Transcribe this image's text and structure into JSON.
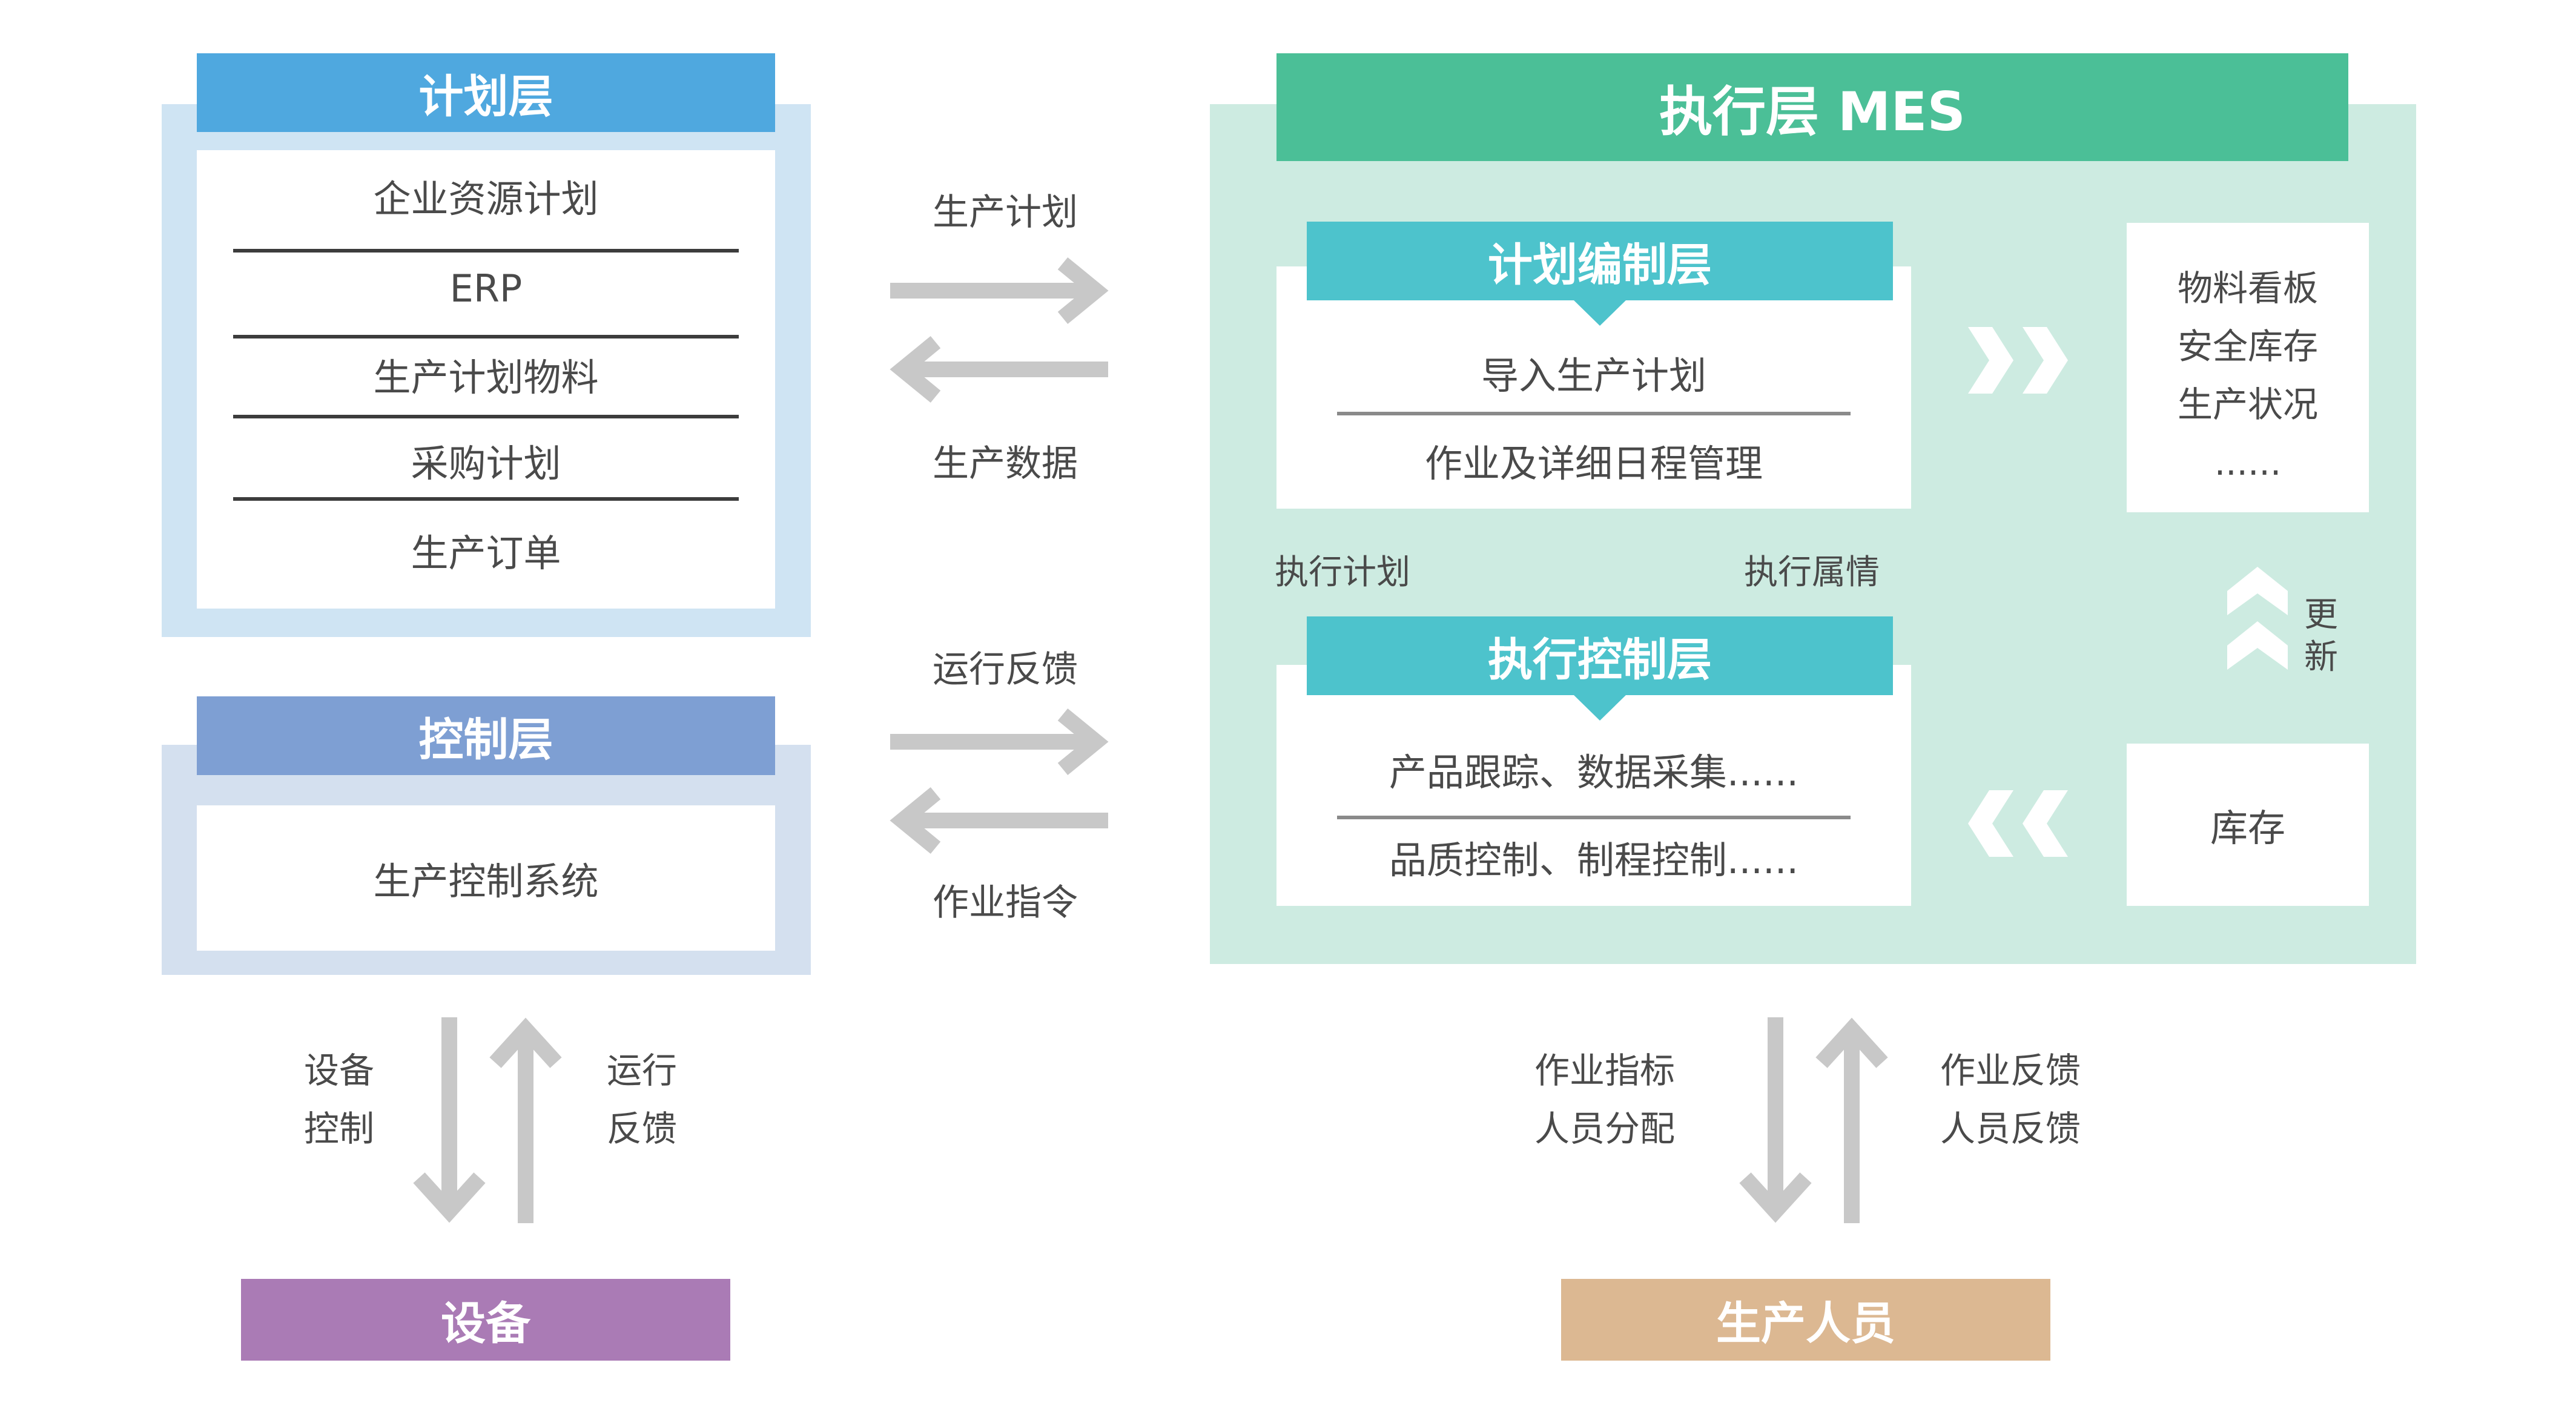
{
  "plan_layer": {
    "title": "计划层",
    "items": [
      "企业资源计划",
      "ERP",
      "生产计划物料",
      "采购计划",
      "生产订单"
    ]
  },
  "control_layer": {
    "title": "控制层",
    "items": [
      "生产控制系统"
    ]
  },
  "mes_layer": {
    "title": "执行层 MES",
    "planning": {
      "title": "计划编制层",
      "items": [
        "导入生产计划",
        "作业及详细日程管理"
      ]
    },
    "execution": {
      "title": "执行控制层",
      "items": [
        "产品跟踪、数据采集......",
        "品质控制、制程控制......"
      ]
    },
    "mid_left_label": "执行计划",
    "mid_right_label": "执行属情",
    "kanban": [
      "物料看板",
      "安全库存",
      "生产状况",
      "......"
    ],
    "update_label": [
      "更",
      "新"
    ],
    "inventory": "库存"
  },
  "flows": {
    "plan_to_mes": "生产计划",
    "mes_to_plan": "生产数据",
    "ctrl_to_mes": "运行反馈",
    "mes_to_ctrl": "作业指令",
    "device_down": [
      "设备",
      "控制"
    ],
    "device_up": [
      "运行",
      "反馈"
    ],
    "people_down": [
      "作业指标",
      "人员分配"
    ],
    "people_up": [
      "作业反馈",
      "人员反馈"
    ]
  },
  "bottom": {
    "device": "设备",
    "people": "生产人员"
  },
  "colors": {
    "plan_header": "#4fa8df",
    "plan_frame": "#cfe4f3",
    "control_header": "#7e9fd3",
    "control_frame": "#d4e0ef",
    "mes_header": "#4bbf97",
    "mes_frame": "#cdebe1",
    "sub_header": "#4dc3cc",
    "device": "#aa7bb5",
    "people": "#dcb892",
    "arrow": "#c8c8c8"
  }
}
